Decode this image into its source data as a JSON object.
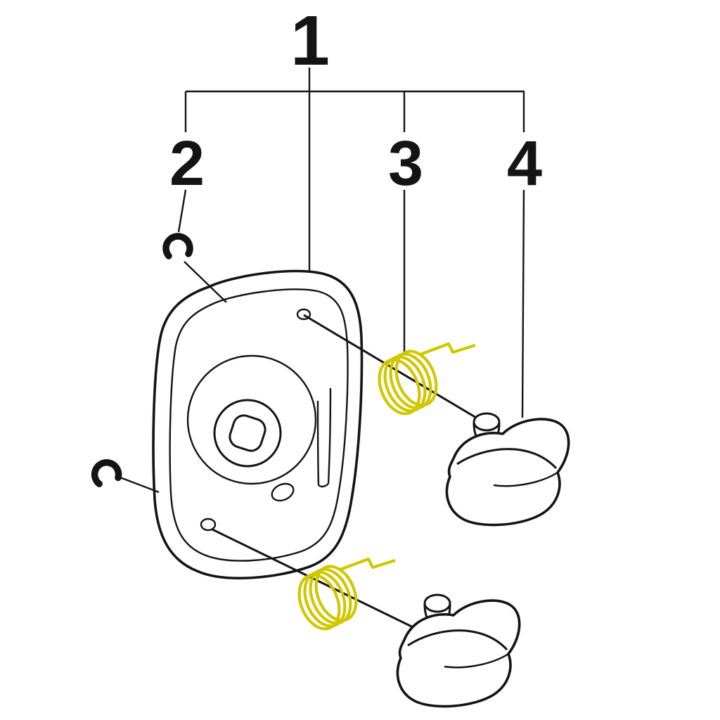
{
  "diagram": {
    "callouts": [
      {
        "label": "1"
      },
      {
        "label": "2"
      },
      {
        "label": "3"
      },
      {
        "label": "4"
      }
    ],
    "colors": {
      "background": "#ffffff",
      "line": "#141414",
      "spring": "#d0c700"
    }
  }
}
